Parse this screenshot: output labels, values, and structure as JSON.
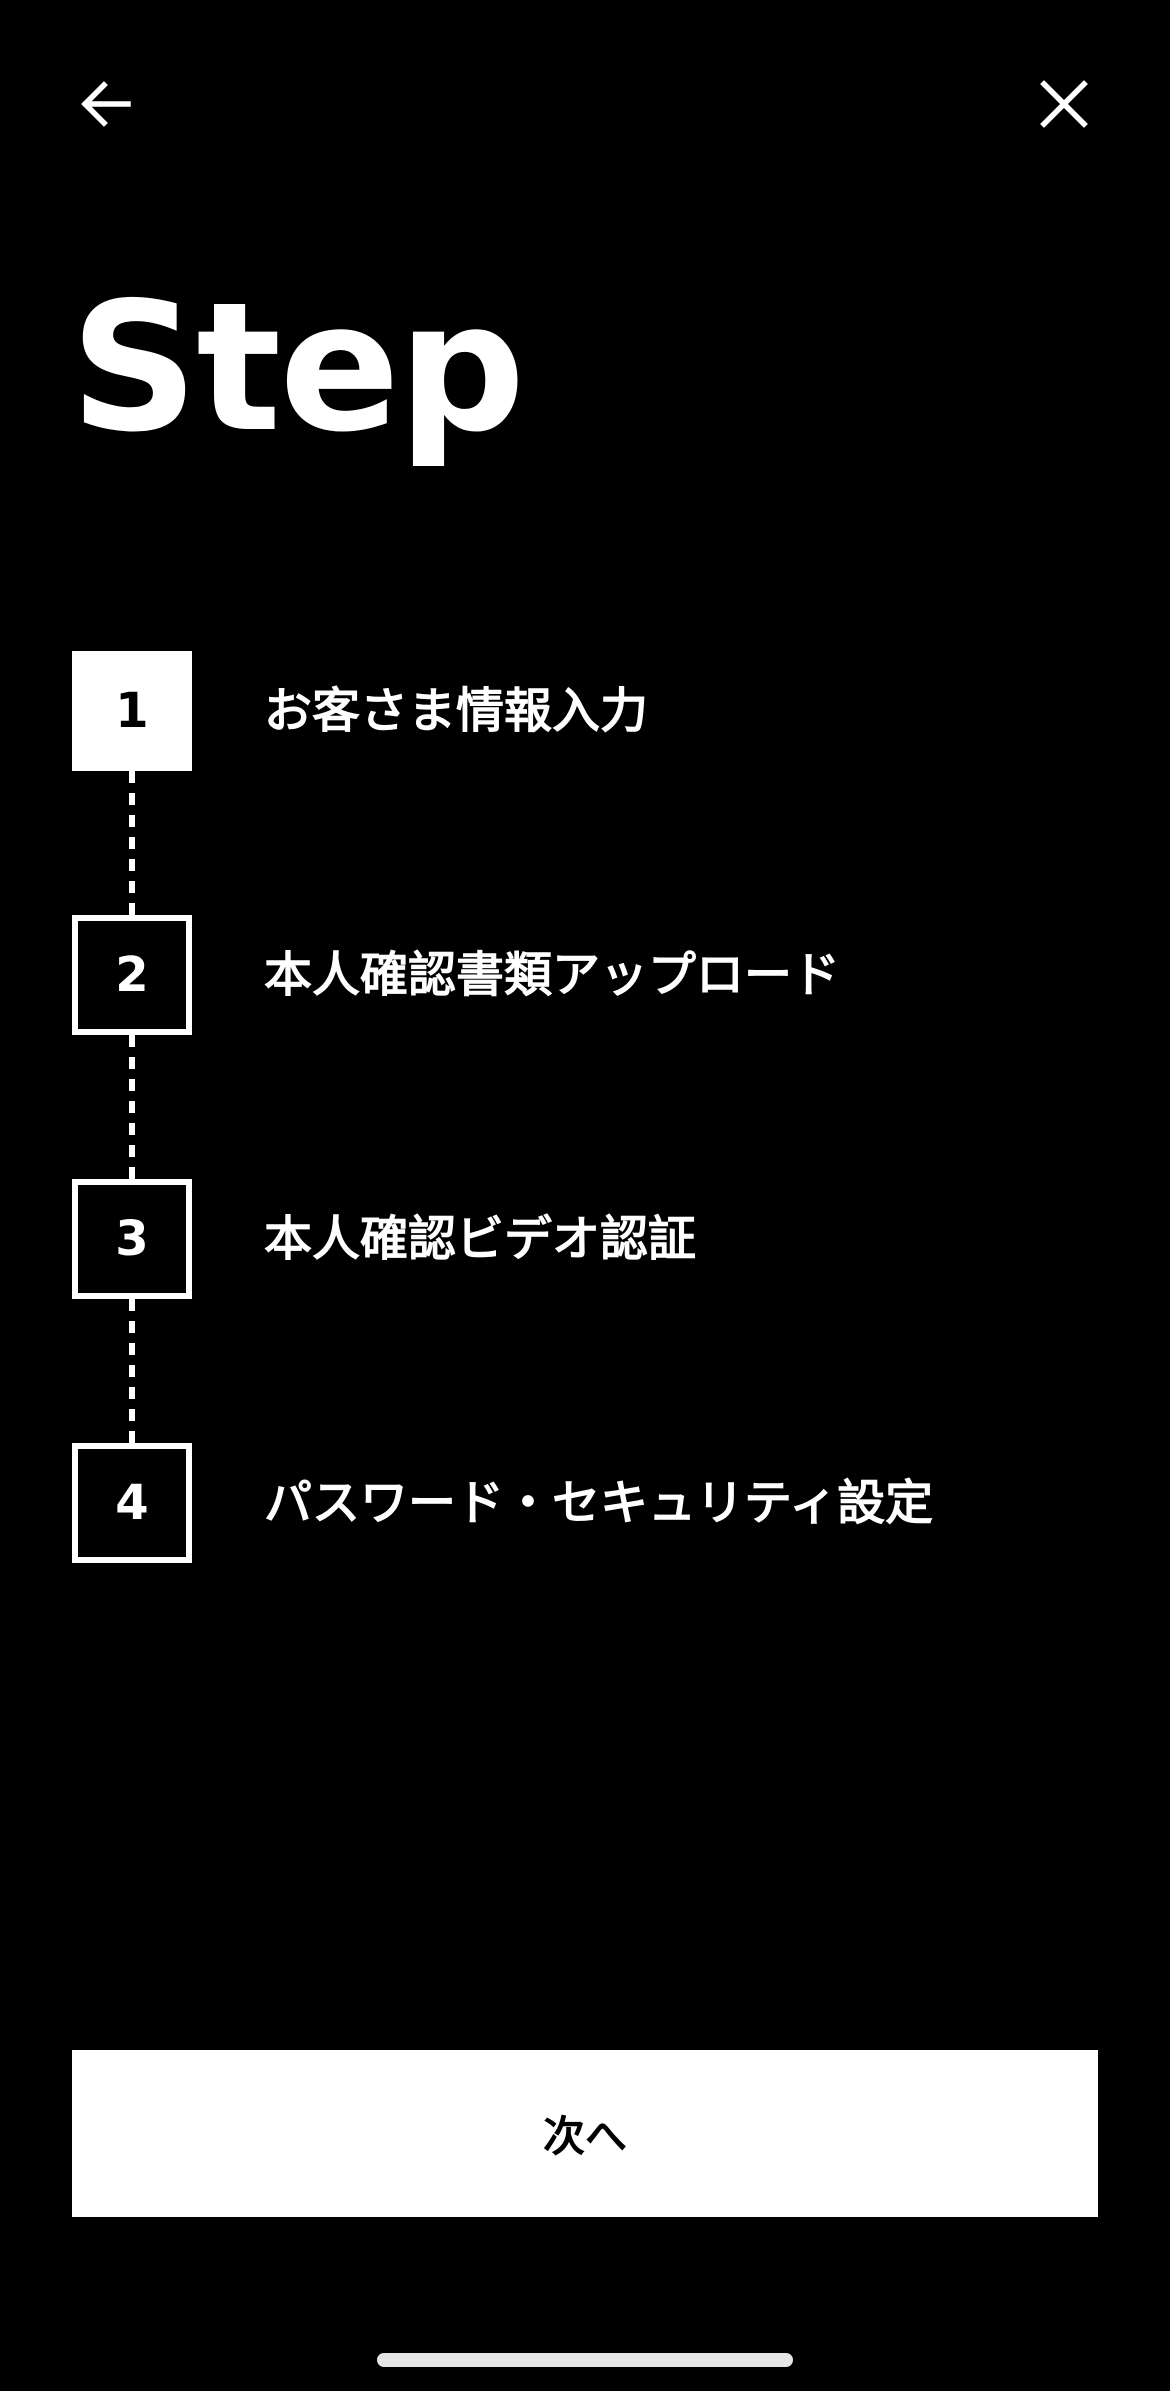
{
  "nav": {
    "back_icon": "arrow-left-icon",
    "close_icon": "close-icon"
  },
  "title": "Step",
  "steps": [
    {
      "number": "1",
      "label": "お客さま情報入力",
      "active": true
    },
    {
      "number": "2",
      "label": "本人確認書類アップロード",
      "active": false
    },
    {
      "number": "3",
      "label": "本人確認ビデオ認証",
      "active": false
    },
    {
      "number": "4",
      "label": "パスワード・セキュリティ設定",
      "active": false
    }
  ],
  "next_button": {
    "label": "次へ"
  },
  "colors": {
    "background": "#000000",
    "foreground": "#ffffff",
    "button_text": "#000000"
  }
}
